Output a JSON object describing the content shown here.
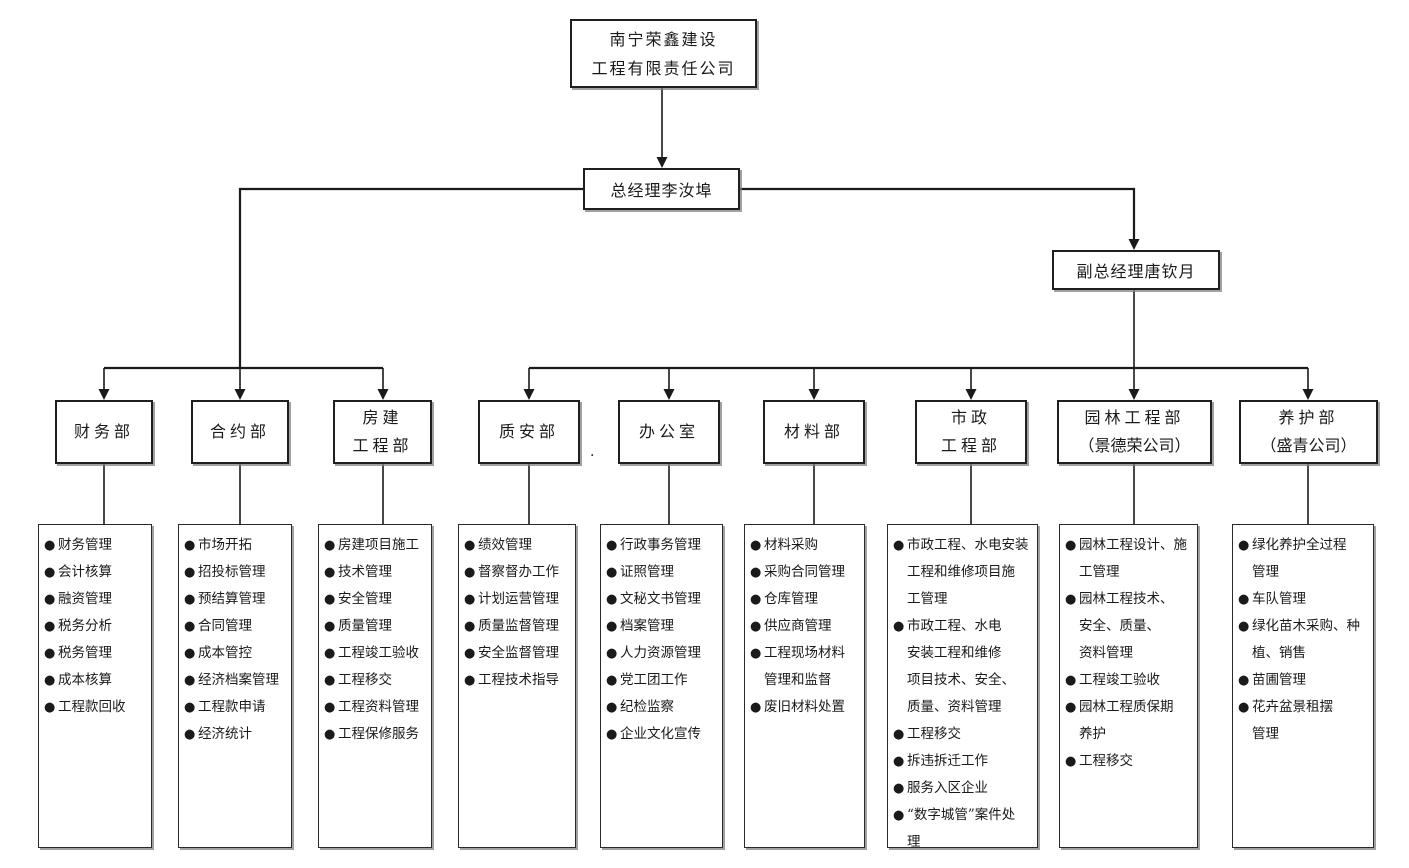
{
  "company": {
    "name_lines": [
      "南宁荣鑫建设",
      "工程有限责任公司"
    ]
  },
  "general_manager": {
    "label": "总经理李汝埠"
  },
  "deputy_manager": {
    "label": "副总经理唐钦月"
  },
  "bullet_char": "●",
  "stray_mark": ".",
  "departments": [
    {
      "id": "finance",
      "name_lines": [
        "财务部"
      ],
      "items": [
        [
          "财务管理"
        ],
        [
          "会计核算"
        ],
        [
          "融资管理"
        ],
        [
          "税务分析"
        ],
        [
          "税务管理"
        ],
        [
          "成本核算"
        ],
        [
          "工程款回收"
        ]
      ]
    },
    {
      "id": "contract",
      "name_lines": [
        "合约部"
      ],
      "items": [
        [
          "市场开拓"
        ],
        [
          "招投标管理"
        ],
        [
          "预结算管理"
        ],
        [
          "合同管理"
        ],
        [
          "成本管控"
        ],
        [
          "经济档案管理"
        ],
        [
          "工程款申请"
        ],
        [
          "经济统计"
        ]
      ]
    },
    {
      "id": "building-engineering",
      "name_lines": [
        "房建",
        "工程部"
      ],
      "items": [
        [
          "房建项目施工"
        ],
        [
          "技术管理"
        ],
        [
          "安全管理"
        ],
        [
          "质量管理"
        ],
        [
          "工程竣工验收"
        ],
        [
          "工程移交"
        ],
        [
          "工程资料管理"
        ],
        [
          "工程保修服务"
        ]
      ]
    },
    {
      "id": "quality-safety",
      "name_lines": [
        "质安部"
      ],
      "items": [
        [
          "绩效管理"
        ],
        [
          "督察督办工作"
        ],
        [
          "计划运营管理"
        ],
        [
          "质量监督管理"
        ],
        [
          "安全监督管理"
        ],
        [
          "工程技术指导"
        ]
      ]
    },
    {
      "id": "office",
      "name_lines": [
        "办公室"
      ],
      "items": [
        [
          "行政事务管理"
        ],
        [
          "证照管理"
        ],
        [
          "文秘文书管理"
        ],
        [
          "档案管理"
        ],
        [
          "人力资源管理"
        ],
        [
          "党工团工作"
        ],
        [
          "纪检监察"
        ],
        [
          "企业文化宣传"
        ]
      ]
    },
    {
      "id": "materials",
      "name_lines": [
        "材料部"
      ],
      "items": [
        [
          "材料采购"
        ],
        [
          "采购合同管理"
        ],
        [
          "仓库管理"
        ],
        [
          "供应商管理"
        ],
        [
          "工程现场材料",
          "管理和监督"
        ],
        [
          "废旧材料处置"
        ]
      ]
    },
    {
      "id": "municipal-engineering",
      "name_lines": [
        "市政",
        "工程部"
      ],
      "items": [
        [
          "市政工程、水电安装",
          "工程和维修项目施",
          "工管理"
        ],
        [
          "市政工程、水电",
          "安装工程和维修",
          "项目技术、安全、",
          "质量、资料管理"
        ],
        [
          "工程移交"
        ],
        [
          "拆违拆迁工作"
        ],
        [
          "服务入区企业"
        ],
        [
          "“数字城管”案件处",
          "理"
        ]
      ]
    },
    {
      "id": "garden-engineering",
      "name_lines": [
        "园林工程部",
        "（景德荣公司）"
      ],
      "items": [
        [
          "园林工程设计、施",
          "工管理"
        ],
        [
          "园林工程技术、",
          "安全、质量、",
          "资料管理"
        ],
        [
          "工程竣工验收"
        ],
        [
          "园林工程质保期",
          "养护"
        ],
        [
          "工程移交"
        ]
      ]
    },
    {
      "id": "maintenance",
      "name_lines": [
        "养护部",
        "（盛青公司）"
      ],
      "items": [
        [
          "绿化养护全过程",
          "管理"
        ],
        [
          "车队管理"
        ],
        [
          "绿化苗木采购、种",
          "植、销售"
        ],
        [
          "苗圃管理"
        ],
        [
          "花卉盆景租摆",
          "管理"
        ]
      ]
    }
  ]
}
